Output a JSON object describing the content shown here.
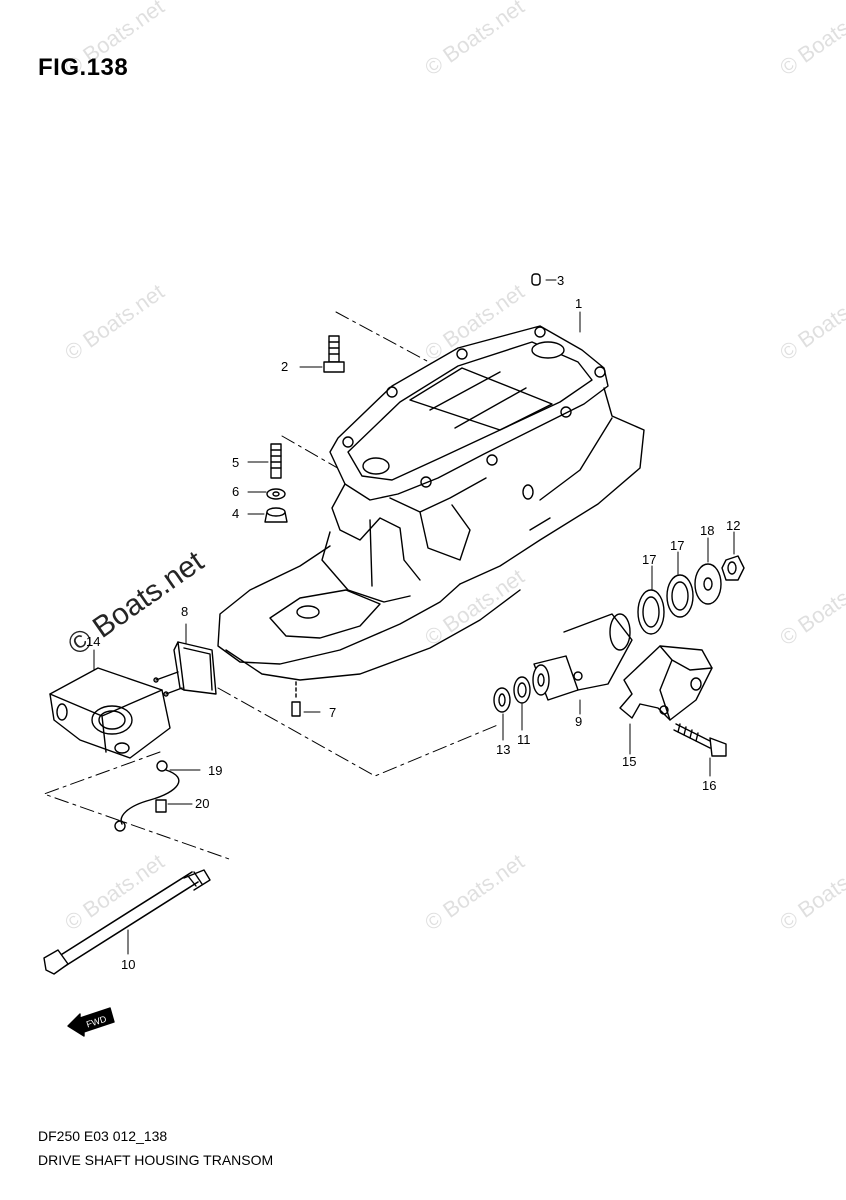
{
  "figure": {
    "title": "FIG.138",
    "model_code": "DF250 E03 012_138",
    "caption": "DRIVE SHAFT HOUSING TRANSOM"
  },
  "watermark": "© Boats.net",
  "fwd_label": "FWD",
  "callouts": [
    "1",
    "2",
    "3",
    "4",
    "5",
    "6",
    "7",
    "8",
    "9",
    "10",
    "11",
    "12",
    "13",
    "14",
    "15",
    "16",
    "17",
    "17",
    "18",
    "19",
    "20"
  ]
}
